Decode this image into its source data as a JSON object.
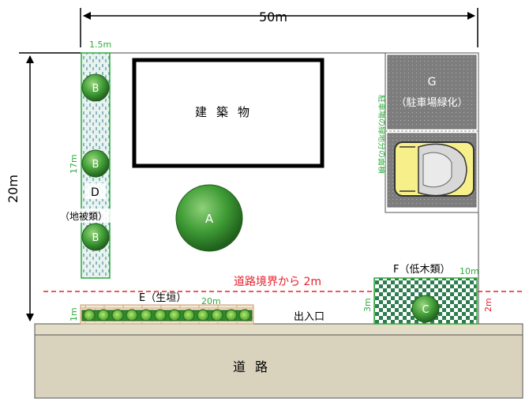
{
  "site": {
    "width_label": "50m",
    "height_label": "20m"
  },
  "building": {
    "label": "建築物"
  },
  "road": {
    "label": "道路"
  },
  "entrance": {
    "label": "出入口"
  },
  "road_setback": {
    "label": "道路境界から 2m"
  },
  "area_d": {
    "width_label": "1.5m",
    "length_label": "17m",
    "letter": "D",
    "type_label": "（地被類）",
    "trees": [
      "B",
      "B",
      "B"
    ]
  },
  "tree_a": {
    "label": "A"
  },
  "area_e": {
    "title": "E（生垣）",
    "length_label": "20m",
    "width_label": "1m"
  },
  "area_f": {
    "title": "F（低木類）",
    "length_label": "10m",
    "depth_label": "3m",
    "setback_label": "2m",
    "tree": "C"
  },
  "area_g": {
    "letter": "G",
    "sub_label": "（駐車場緑化）",
    "side_note": "駐車場の緑地分の面積"
  },
  "colors": {
    "green_text": "#2faa3c",
    "red_text": "#e8202a",
    "road_fill": "#d9d3bd",
    "tree_green": "#2e8b2a",
    "parking_fill": "#7d7d7d",
    "car_yellow": "#f7f08a"
  }
}
